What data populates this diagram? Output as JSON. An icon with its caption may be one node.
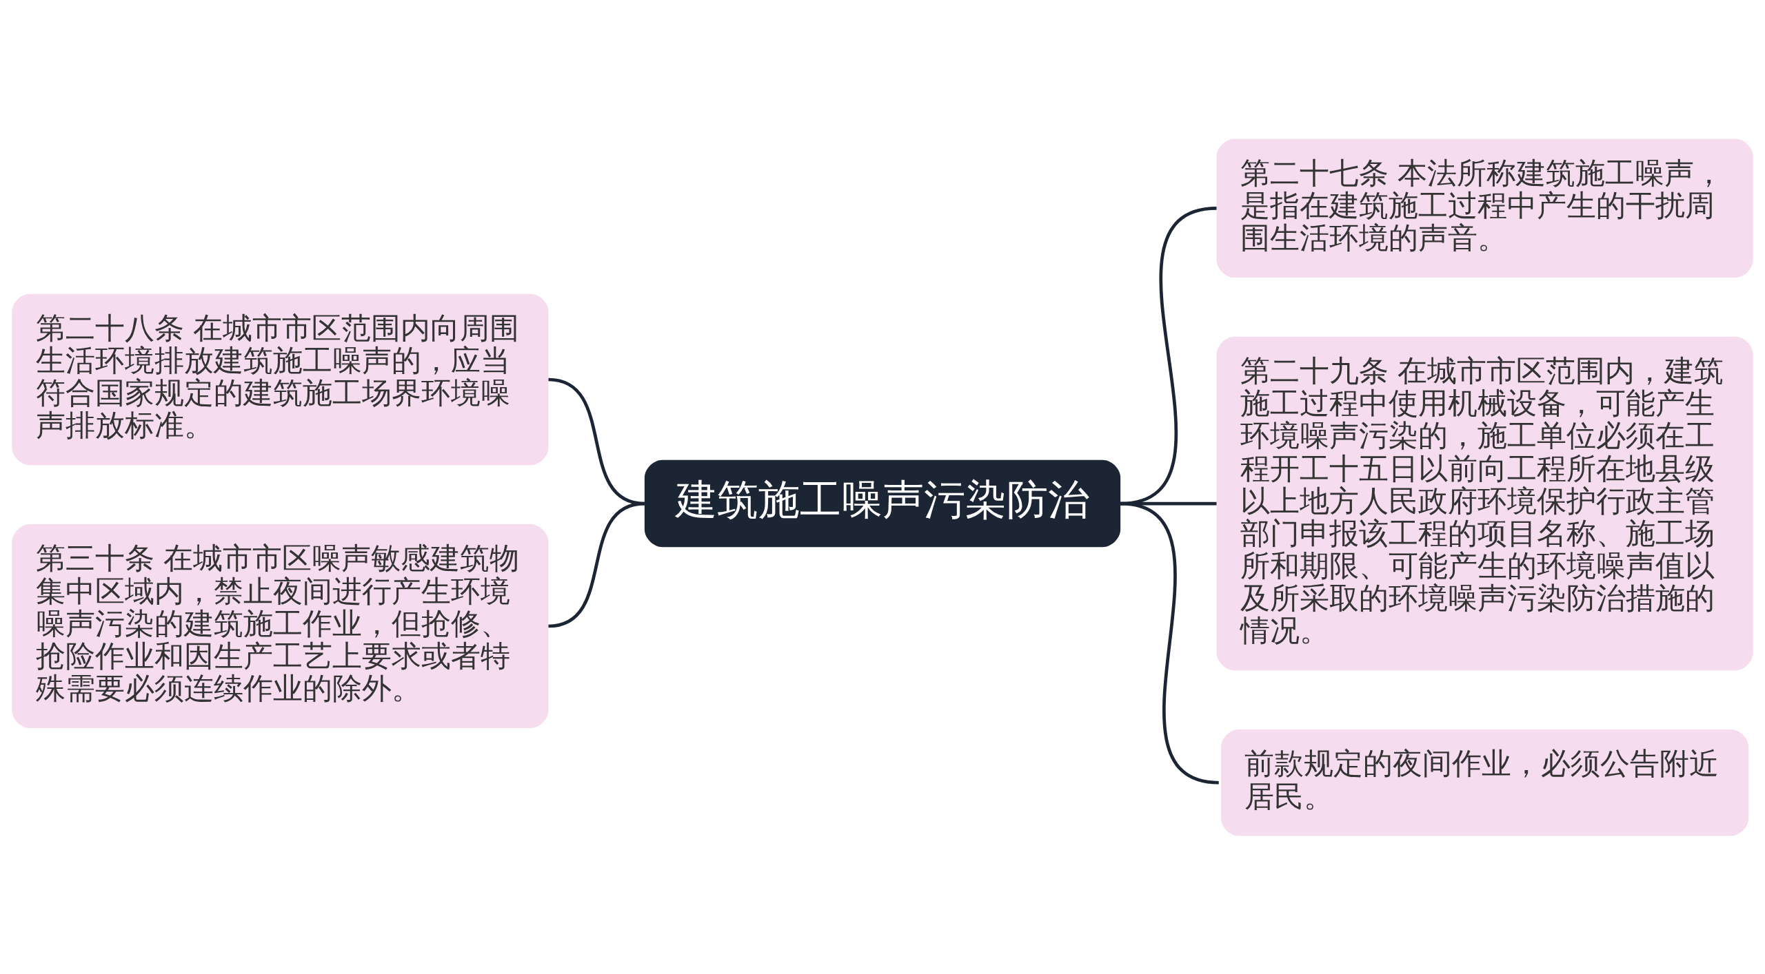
{
  "diagram": {
    "nodes": [
      {
        "text": [
          "建筑施工噪声污染防治"
        ]
      },
      {
        "text": [
          "第二十八条 在城市市区范围内向周围生活环境排放建筑施工噪声的，应当符合国家规定的建筑施工场界环境噪声排放标准。"
        ]
      },
      {
        "text": [
          "第三十条 在城市市区噪声敏感建筑物集中区域内，禁止夜间进行产生环境噪声污染的建筑施工作业，但抢修、抢险作业和因生产工艺上要求或者特殊需要必须连续作业的除外。"
        ]
      },
      {
        "text": [
          "第二十七条 本法所称建筑施工噪声，是指在建筑施工过程中产生的干扰周围生活环境的声音。"
        ]
      },
      {
        "text": [
          "第二十九条 在城市市区范围内，建筑施工过程中使用机械设备，可能产生环境噪声污染的，施工单位必须在工程开工十五日以前向工程所在地县级以上地方人民政府环境保护行政主管部门申报该工程的项目名称、施工场所和期限、可能产生的环境噪声值以及所采取的环境噪声污染防治措施的情况。"
        ]
      },
      {
        "text": [
          "前款规定的夜间作业，必须公告附近居民。"
        ]
      }
    ],
    "edges": [
      {
        "from": 0,
        "to": 1,
        "arrow": "none"
      },
      {
        "from": 0,
        "to": 2,
        "arrow": "none"
      },
      {
        "from": 0,
        "to": 3,
        "arrow": "none"
      },
      {
        "from": 0,
        "to": 4,
        "arrow": "none"
      },
      {
        "from": 0,
        "to": 5,
        "arrow": "none"
      }
    ]
  }
}
